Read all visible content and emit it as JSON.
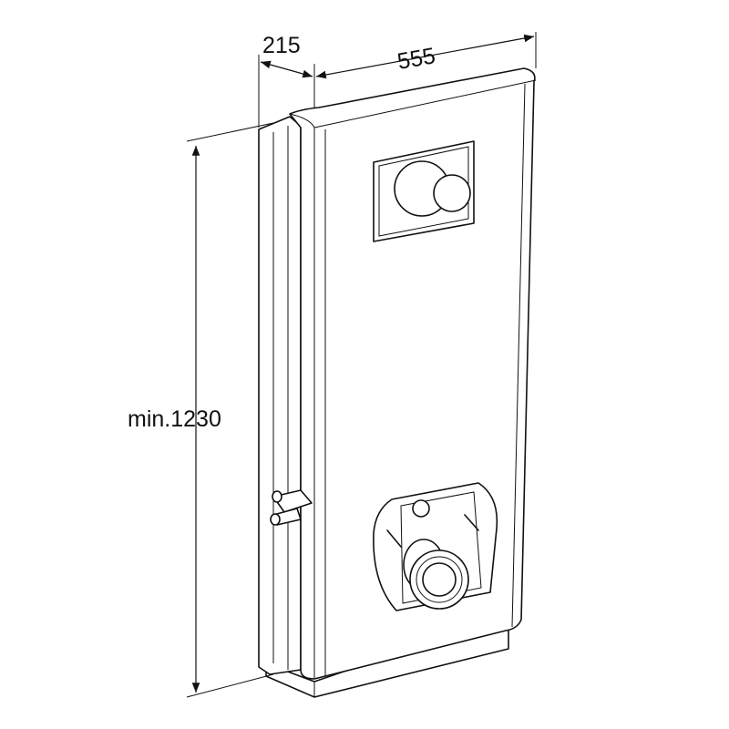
{
  "dimensions": {
    "depth": "215",
    "width": "555",
    "height": "min.1230"
  }
}
